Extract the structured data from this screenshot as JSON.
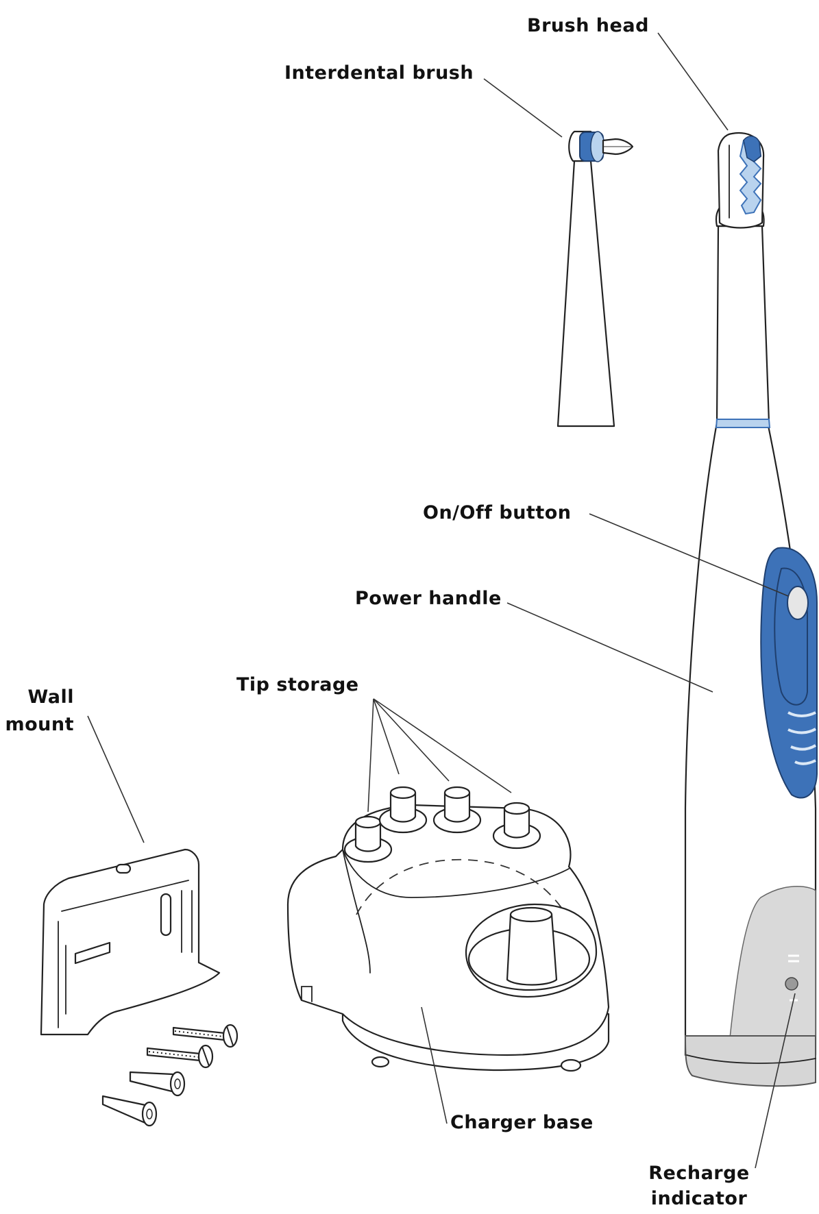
{
  "labels": {
    "brush_head": "Brush head",
    "interdental_brush": "Interdental brush",
    "on_off_button": "On/Off button",
    "power_handle": "Power handle",
    "wall_mount_line1": "Wall",
    "wall_mount_line2": "mount",
    "tip_storage": "Tip storage",
    "charger_base": "Charger base",
    "recharge_indicator_line1": "Recharge",
    "recharge_indicator_line2": "indicator"
  },
  "colors": {
    "accent_blue": "#3d72b8",
    "light_blue": "#b9d3ee",
    "grey_base": "#d9d9d9",
    "line": "#222222"
  }
}
